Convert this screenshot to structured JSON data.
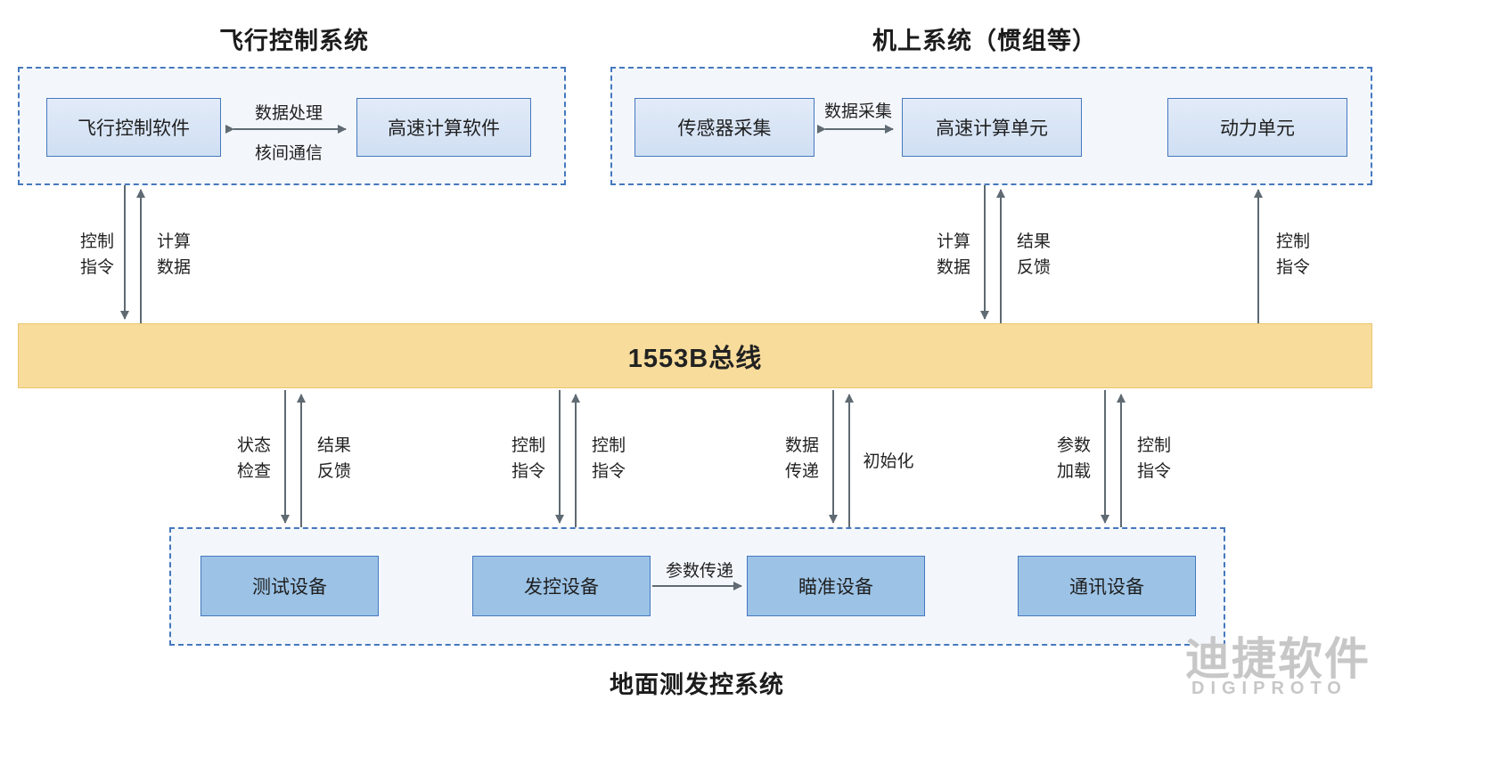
{
  "titles": {
    "flight_control": "飞行控制系统",
    "onboard": "机上系统（惯组等）",
    "ground": "地面测发控系统"
  },
  "bus": {
    "label": "1553B总线"
  },
  "flight_control": {
    "software": "飞行控制软件",
    "compute": "高速计算软件",
    "link_top": "数据处理",
    "link_bottom": "核间通信",
    "to_bus": "控制\n指令",
    "from_bus": "计算\n数据"
  },
  "onboard": {
    "sensor": "传感器采集",
    "compute": "高速计算单元",
    "power": "动力单元",
    "link": "数据采集",
    "compute_to_bus": "计算\n数据",
    "bus_to_compute": "结果\n反馈",
    "bus_to_power": "控制\n指令"
  },
  "ground": {
    "test": "测试设备",
    "launch": "发控设备",
    "aim": "瞄准设备",
    "comm": "通讯设备",
    "link": "参数传递",
    "bus_to_test": "状态\n检查",
    "test_to_bus": "结果\n反馈",
    "bus_to_launch": "控制\n指令",
    "launch_to_bus": "控制\n指令",
    "bus_to_aim": "数据\n传递",
    "aim_to_bus": "初始化",
    "bus_to_comm": "参数\n加载",
    "comm_to_bus": "控制\n指令"
  },
  "watermark": {
    "brand": "迪捷软件",
    "sub": "DIGIPROTO"
  }
}
